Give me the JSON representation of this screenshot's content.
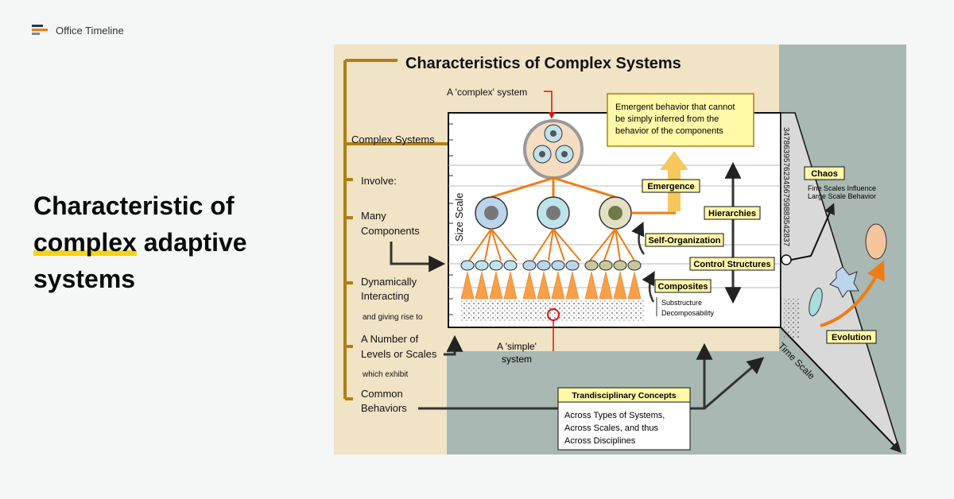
{
  "brand": {
    "name": "Office Timeline",
    "logo_icon": "office-timeline-logo-icon"
  },
  "headline": {
    "line1": "Characteristic of",
    "line2_highlight": "complex",
    "line2_rest": " adaptive",
    "line3": "systems",
    "highlight_color": "#f6d21c"
  },
  "diagram": {
    "title": "Characteristics of Complex Systems",
    "colors": {
      "sidebar_bg": "#f1e3c6",
      "outer_bg": "#a9b8b2",
      "bracket": "#b07f12",
      "label_bg": "#fff9a8",
      "orange": "#f07b12"
    },
    "left_labels": {
      "complex_systems": "Complex Systems",
      "involve": "Involve:",
      "many_1": "Many",
      "many_2": "Components",
      "dyn_1": "Dynamically",
      "dyn_2": "Interacting",
      "giving_rise": "and giving rise to",
      "levels_1": "A Number of",
      "levels_2": "Levels or Scales",
      "which_exhibit": "which exhibit",
      "common_1": "Common",
      "common_2": "Behaviors"
    },
    "complex_system_label": "A 'complex' system",
    "simple_system_label_1": "A 'simple'",
    "simple_system_label_2": "system",
    "emergent_note": [
      "Emergent behavior that cannot",
      "be simply inferred from the",
      "behavior of the components"
    ],
    "size_scale": "Size Scale",
    "time_scale": "Time Scale",
    "labels": {
      "emergence": "Emergence",
      "hierarchies": "Hierarchies",
      "self_organization": "Self-Organization",
      "control_structures": "Control Structures",
      "composites": "Composites",
      "substructure": "Substructure",
      "decomposability": "Decomposability",
      "chaos": "Chaos",
      "chaos_desc_1": "Fine Scales Influence",
      "chaos_desc_2": "Large Scale Behavior",
      "evolution": "Evolution",
      "trandisciplinary": "Trandisciplinary Concepts",
      "trans_desc": [
        "Across Types of Systems,",
        "Across Scales, and thus",
        "Across Disciplines"
      ]
    },
    "digits": "347863957623456759883542837"
  }
}
